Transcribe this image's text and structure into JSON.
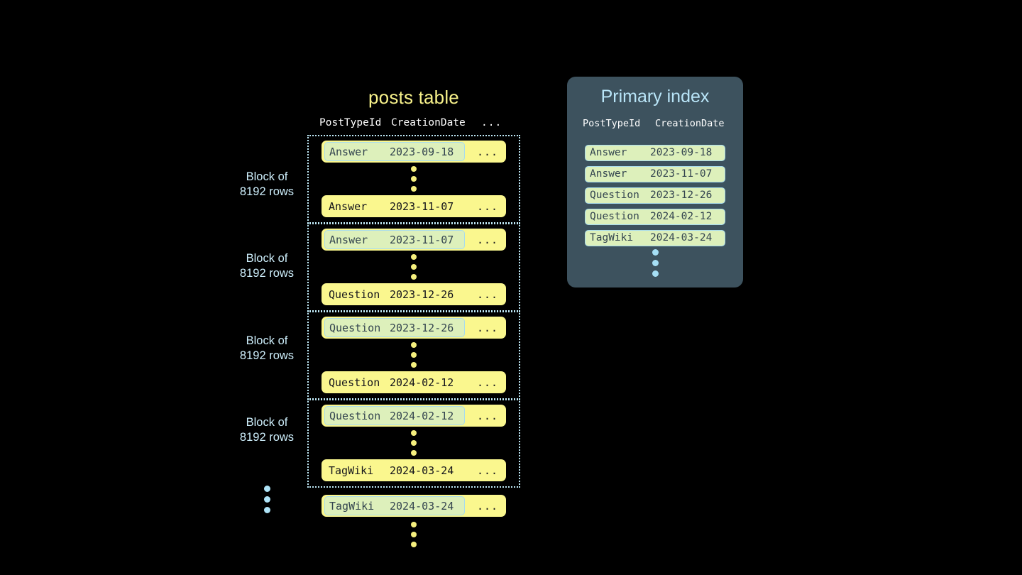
{
  "background": "#000000",
  "posts_table": {
    "title": "posts table",
    "columns": [
      "PostTypeId",
      "CreationDate",
      "..."
    ],
    "blocks": [
      {
        "label_line1": "Block of",
        "label_line2": "8192 rows",
        "first_row": {
          "type": "Answer",
          "date": "2023-09-18",
          "rest": "...",
          "highlighted": true
        },
        "last_row": {
          "type": "Answer",
          "date": "2023-11-07",
          "rest": "...",
          "highlighted": false
        }
      },
      {
        "label_line1": "Block of",
        "label_line2": "8192 rows",
        "first_row": {
          "type": "Answer",
          "date": "2023-11-07",
          "rest": "...",
          "highlighted": true
        },
        "last_row": {
          "type": "Question",
          "date": "2023-12-26",
          "rest": "...",
          "highlighted": false
        }
      },
      {
        "label_line1": "Block of",
        "label_line2": "8192 rows",
        "first_row": {
          "type": "Question",
          "date": "2023-12-26",
          "rest": "...",
          "highlighted": true
        },
        "last_row": {
          "type": "Question",
          "date": "2024-02-12",
          "rest": "...",
          "highlighted": false
        }
      },
      {
        "label_line1": "Block of",
        "label_line2": "8192 rows",
        "first_row": {
          "type": "Question",
          "date": "2024-02-12",
          "rest": "...",
          "highlighted": true
        },
        "last_row": {
          "type": "TagWiki",
          "date": "2024-03-24",
          "rest": "...",
          "highlighted": false
        }
      }
    ],
    "tail_row": {
      "type": "TagWiki",
      "date": "2024-03-24",
      "rest": "...",
      "highlighted": true
    }
  },
  "primary_index": {
    "title": "Primary index",
    "columns": [
      "PostTypeId",
      "CreationDate"
    ],
    "rows": [
      {
        "type": "Answer",
        "date": "2023-09-18"
      },
      {
        "type": "Answer",
        "date": "2023-11-07"
      },
      {
        "type": "Question",
        "date": "2023-12-26"
      },
      {
        "type": "Question",
        "date": "2024-02-12"
      },
      {
        "type": "TagWiki",
        "date": "2024-03-24"
      }
    ]
  },
  "colors": {
    "row_yellow": "#faf78e",
    "highlight_green": "#ddf0bb",
    "highlight_border": "#a8dced",
    "index_panel": "#3d525e",
    "accent_blue": "#aee3f7",
    "title_yellow": "#f7f18a",
    "dot_yellow": "#f5ef7e"
  }
}
